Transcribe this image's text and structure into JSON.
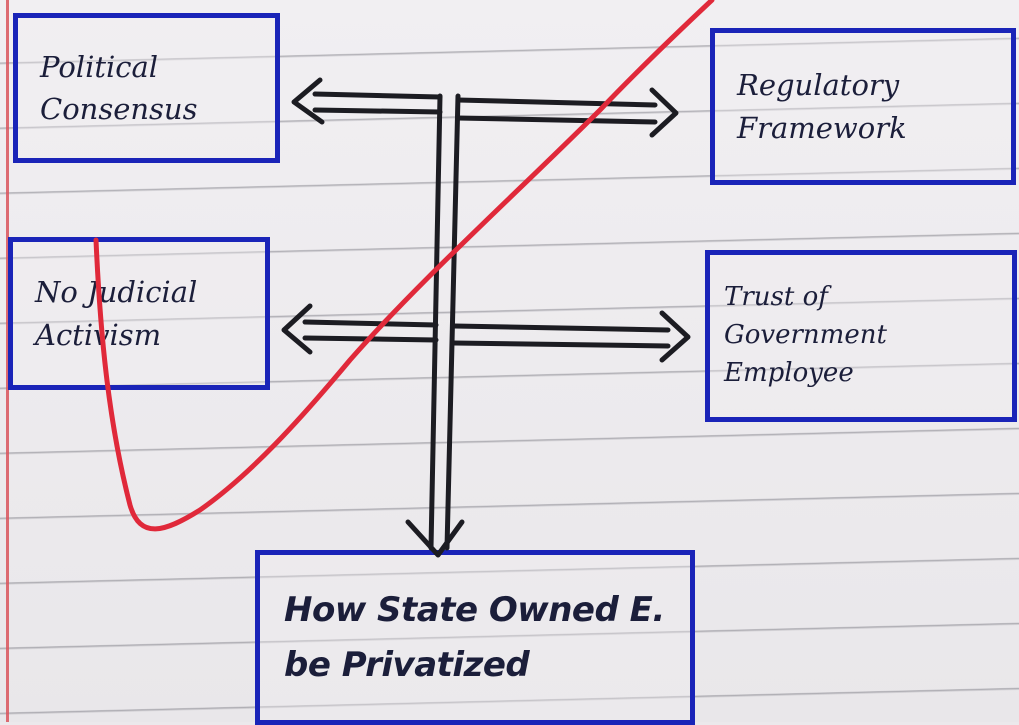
{
  "diagram": {
    "boxes": {
      "political": [
        "Political",
        "Consensus"
      ],
      "judicial": [
        "No Judicial",
        "Activism"
      ],
      "regulatory": [
        "Regulatory",
        "Framework"
      ],
      "trust": [
        "Trust of",
        "Government Employee"
      ],
      "result": [
        "How State Owned E.",
        "be Privatized"
      ]
    }
  },
  "colors": {
    "box_border": "#1a24b8",
    "arrow": "#1c1c22",
    "check_mark": "#e0293a",
    "margin_line": "#d9545c"
  }
}
